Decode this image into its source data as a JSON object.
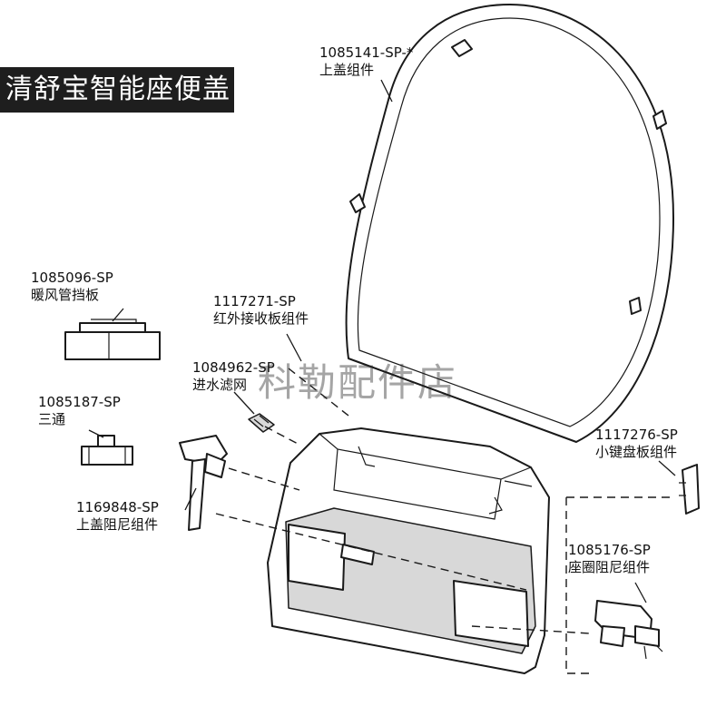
{
  "title": "清舒宝智能座便盖",
  "watermark": "科勒配件店",
  "parts": {
    "upper_lid": {
      "code": "1085141-SP-*",
      "name": "上盖组件"
    },
    "duct_baffle": {
      "code": "1085096-SP",
      "name": "暖风管挡板"
    },
    "ir_board": {
      "code": "1117271-SP",
      "name": "红外接收板组件"
    },
    "inlet_filter": {
      "code": "1084962-SP",
      "name": "进水滤网"
    },
    "tee": {
      "code": "1085187-SP",
      "name": "三通"
    },
    "lid_damper": {
      "code": "1169848-SP",
      "name": "上盖阻尼组件"
    },
    "keypad_board": {
      "code": "1117276-SP",
      "name": "小键盘板组件"
    },
    "seat_damper": {
      "code": "1085176-SP",
      "name": "座圈阻尼组件"
    }
  }
}
